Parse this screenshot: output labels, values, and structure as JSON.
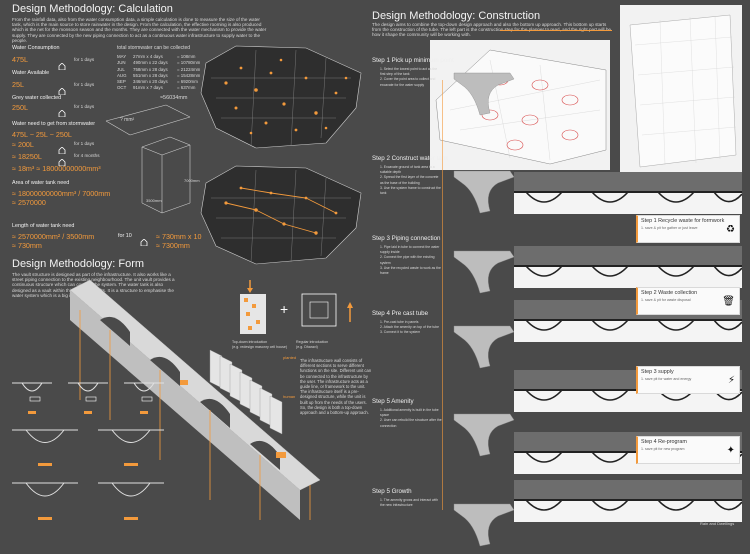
{
  "left": {
    "title": "Design Methodology: Calculation",
    "intro": "From the rainfall data, also from the water consumption data, a simple calculation is done to measure the size of the water tank, which is the main source to store rainwater in the design. From the calculation, the effective rooming is also produced which is the net for the monsoon season and the months. They are connected with the water mechanism to provide the water supply. They are connected by the new piping connection to act as a continuous water infrastructure to supply water to the people.",
    "water_consumption_label": "Water Consumption",
    "water_consumption_value": "475L",
    "water_available_label": "Water Available",
    "water_available_value": "25L",
    "grey_water_label": "Grey water collected",
    "grey_water_value": "250L",
    "per_days": "for 1 days",
    "per_4_months": "for 4 months",
    "stormwater_label": "Water need to get from stormwater",
    "stormwater_calc": "475L − 25L − 250L",
    "storm_value_200": "≈ 200L",
    "storm_value_18250": "≈ 18250L",
    "storm_value_mm": "≈ 18m³ ≈ 18000000000mm³",
    "table_title": "total stormwater can be collected",
    "table_rows": [
      {
        "m": "MAY",
        "a": "27mm x 4 days",
        "b": "= 108mm"
      },
      {
        "m": "JUN",
        "a": "490mm x 22 days",
        "b": "= 10780mm"
      },
      {
        "m": "JUL",
        "a": "758mm x 28 days",
        "b": "= 21224mm"
      },
      {
        "m": "AUG",
        "a": "551mm x 28 days",
        "b": "= 15428mm"
      },
      {
        "m": "SEP",
        "a": "346mm x 20 days",
        "b": "= 6920mm"
      },
      {
        "m": "OCT",
        "a": "91mm x 7 days",
        "b": "= 637mm"
      }
    ],
    "total_mm": "≈56034mm",
    "area_label": "Area of water tank need",
    "area_calc": "≈ 18000000000mm³ / 7000mm",
    "area_value": "≈ 2570000",
    "length_label": "Length of water tank need",
    "length_calc": "≈ 2570000mm² / 3500mm",
    "length_value": "≈ 730mm",
    "for10": "for 10",
    "len_times": "≈ 730mm x 10",
    "len_total": "≈ 7300mm",
    "x_area": "? mm²",
    "dim1": "7000mm",
    "dim2": "3500mm"
  },
  "form": {
    "title": "Design Methodology: Form",
    "intro": "The vault structure is designed as part of the infrastructure. It also works like a street piping connection to the existing neighbourhood. The unit vault provides a continuous structure which can connect the system. The water tank is also designed as a vault within this series of vaults. It is a structure to emphasise the water system which is a big infrastructure.",
    "top_down": "Top-down introduction\n(e.g. redesign masonry cell house)",
    "bottom_up": "Regular introduction\n(e.g. Dharavi)",
    "planted_label": "planted",
    "human_label": "human",
    "desc": "The infrastructure wall consists of different sections to serve different functions on the site. Different unit can be connected to the infrastructure by the user. The infrastructure acts as a guide line, or framework to the unit. The infrastructure itself is a pre-designed structure, while the unit is built up from the needs of the users. So, the design is both a top-down approach and a bottom-up approach."
  },
  "right": {
    "title": "Design Methodology: Construction",
    "intro": "The design aims to combine the top-down design approach and also the bottom up approach. This bottom up starts from the construction of the tube. The left part is the construction step for the planner to read, and the right part will be how it shape the community will be working with.",
    "steps": [
      {
        "label": "Step 1 Pick up minimum point",
        "note": "1. Select the lowest point to act as the first step of the tank\n2. Cover the point area to collect and excavate for the water supply"
      },
      {
        "label": "Step 2 Construct water tank",
        "note": "1. Excavate ground of tank area to a suitable depth\n2. Spread the first layer of the concrete as the base of the building\n3. Use the system frame to construct the tank"
      },
      {
        "label": "Step 3 Piping connection",
        "note": "1. Pipe laid in tube to connect the water supply inside\n2. Connect the pipe with the existing system\n3. Use the recycled waste to work as the frame"
      },
      {
        "label": "Step 4 Pre cast tube",
        "note": "1. Pre-cast tube in panels\n2. Attach the amenity on top of the tube\n3. Connect it to the system"
      },
      {
        "label": "Step 5 Amenity",
        "note": "1. Additional amenity is built in the tube space\n2. User can rebuild the structure after the connection"
      },
      {
        "label": "Step 5 Growth",
        "note": "1. The amenity grows and interact with the new infrastructure"
      }
    ],
    "right_steps": [
      {
        "label": "Step 1 Recycle waste for formwork",
        "note": "1. save & pit for gather or just leave"
      },
      {
        "label": "Step 2 Waste collection",
        "note": "1. save & pit for waste disposal"
      },
      {
        "label": "Step 3 supply",
        "note": "1. save pit for water and energy"
      },
      {
        "label": "Step 4 Re-program",
        "note": "1. save pit for new program"
      }
    ],
    "bottom_caption": "Rain and Dwellings"
  },
  "colors": {
    "bg": "#4a4a4a",
    "accent": "#f39a3c",
    "panel": "#f2f2f2"
  }
}
